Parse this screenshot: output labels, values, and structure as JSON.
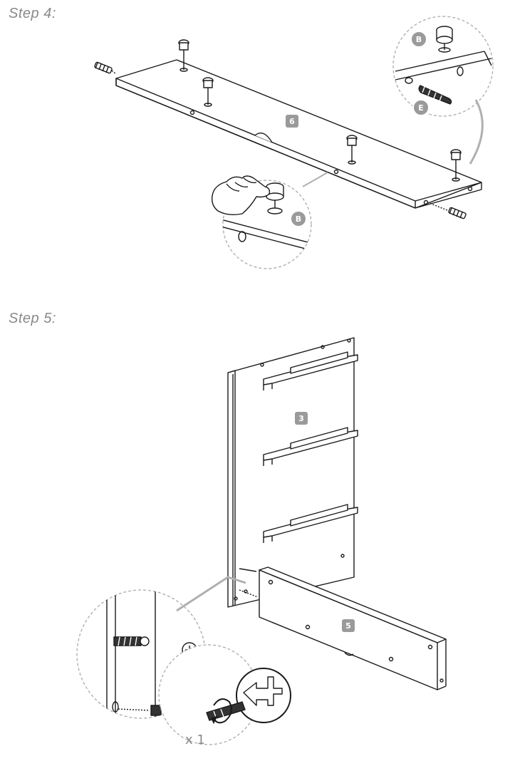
{
  "steps": [
    {
      "title": "Step 4:",
      "parts": {
        "board": "6",
        "cam_lock": "B",
        "dowel": "E"
      },
      "callout_labels": [
        "B",
        "E",
        "B"
      ]
    },
    {
      "title": "Step 5:",
      "parts": {
        "side_panel": "3",
        "board": "5"
      },
      "screw_quantity": "x 1"
    }
  ],
  "colors": {
    "line": "#1a1a1a",
    "badge": "#9a9a9a",
    "callout": "#b0b0b0"
  },
  "icons": [
    "hand-icon",
    "phillips-screwdriver-icon",
    "rotate-arrow-icon",
    "cam-lock-icon",
    "dowel-icon",
    "screw-icon"
  ]
}
